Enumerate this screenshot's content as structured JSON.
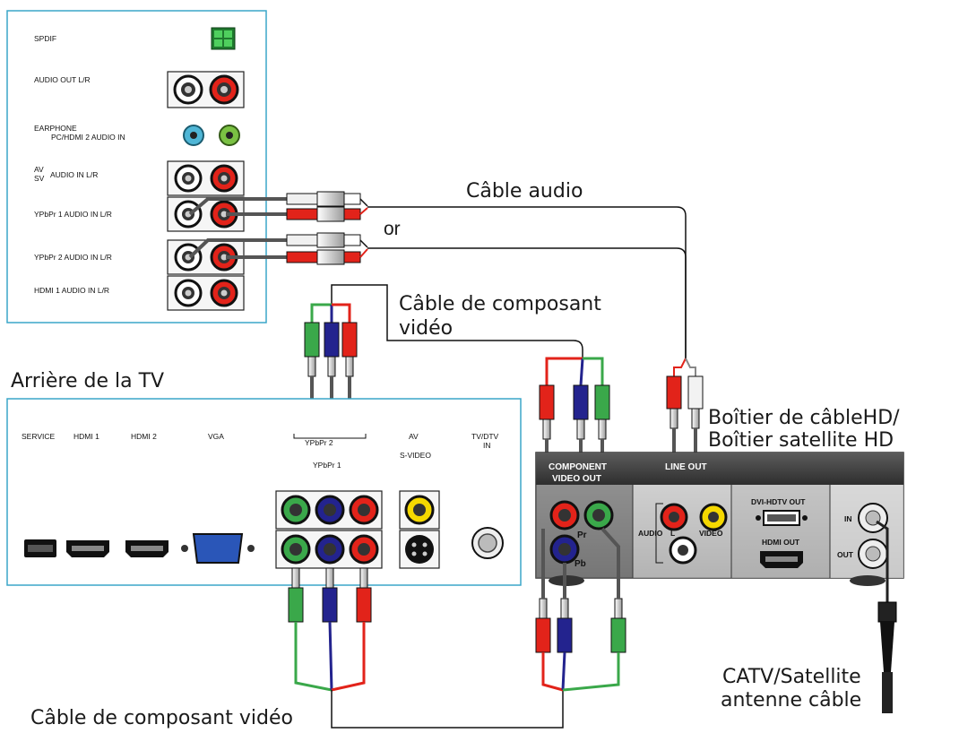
{
  "labels": {
    "spdif": "SPDIF",
    "audio_out": "AUDIO OUT L/R",
    "earphone": "EARPHONE",
    "pc_hdmi2_audio_in": "PC/HDMI 2 AUDIO IN",
    "av": "AV",
    "sv": "SV",
    "audio_in_lr": "AUDIO IN L/R",
    "ypbpr1_audio_in": "YPbPr 1 AUDIO IN L/R",
    "ypbpr2_audio_in": "YPbPr 2 AUDIO IN L/R",
    "hdmi1_audio_in": "HDMI 1 AUDIO IN L/R",
    "service": "SERVICE",
    "hdmi1": "HDMI 1",
    "hdmi2": "HDMI 2",
    "vga": "VGA",
    "ypbpr2": "YPbPr 2",
    "ypbpr1": "YPbPr 1",
    "av_port": "AV",
    "s_video": "S-VIDEO",
    "tv_dtv_1": "TV/DTV",
    "tv_dtv_2": "IN",
    "component_video_out_1": "COMPONENT",
    "component_video_out_2": "VIDEO OUT",
    "pb": "Pb",
    "pr": "Pr",
    "line_out": "LINE OUT",
    "audio": "AUDIO",
    "l": "L",
    "video": "VIDEO",
    "dvi_hdtv_out": "DVI-HDTV OUT",
    "hdmi_out": "HDMI OUT",
    "in": "IN",
    "out": "OUT"
  },
  "captions": {
    "audio_cable": "Câble audio",
    "or": "or",
    "component_cable_line1": "Câble de composant",
    "component_cable_line2": "vidéo",
    "tv_back": "Arrière de la TV",
    "box_line1": "Boîtier de câbleHD/",
    "box_line2": "Boîtier satellite HD",
    "component_cable_bottom": "Câble de composant vidéo",
    "catv_line1": "CATV/Satellite",
    "catv_line2": "antenne câble"
  },
  "colors": {
    "panel_border": "#3aa6c8",
    "red": "#e2231a",
    "green": "#3aa84a",
    "blue": "#23238e",
    "white": "#f2f2f2",
    "black": "#111111",
    "cyan_jack": "#4fb6d6",
    "lime_jack": "#7ac143",
    "yellow": "#f5d800",
    "box_dark": "#3e3e3e",
    "box_light": "#b5b5b5"
  }
}
